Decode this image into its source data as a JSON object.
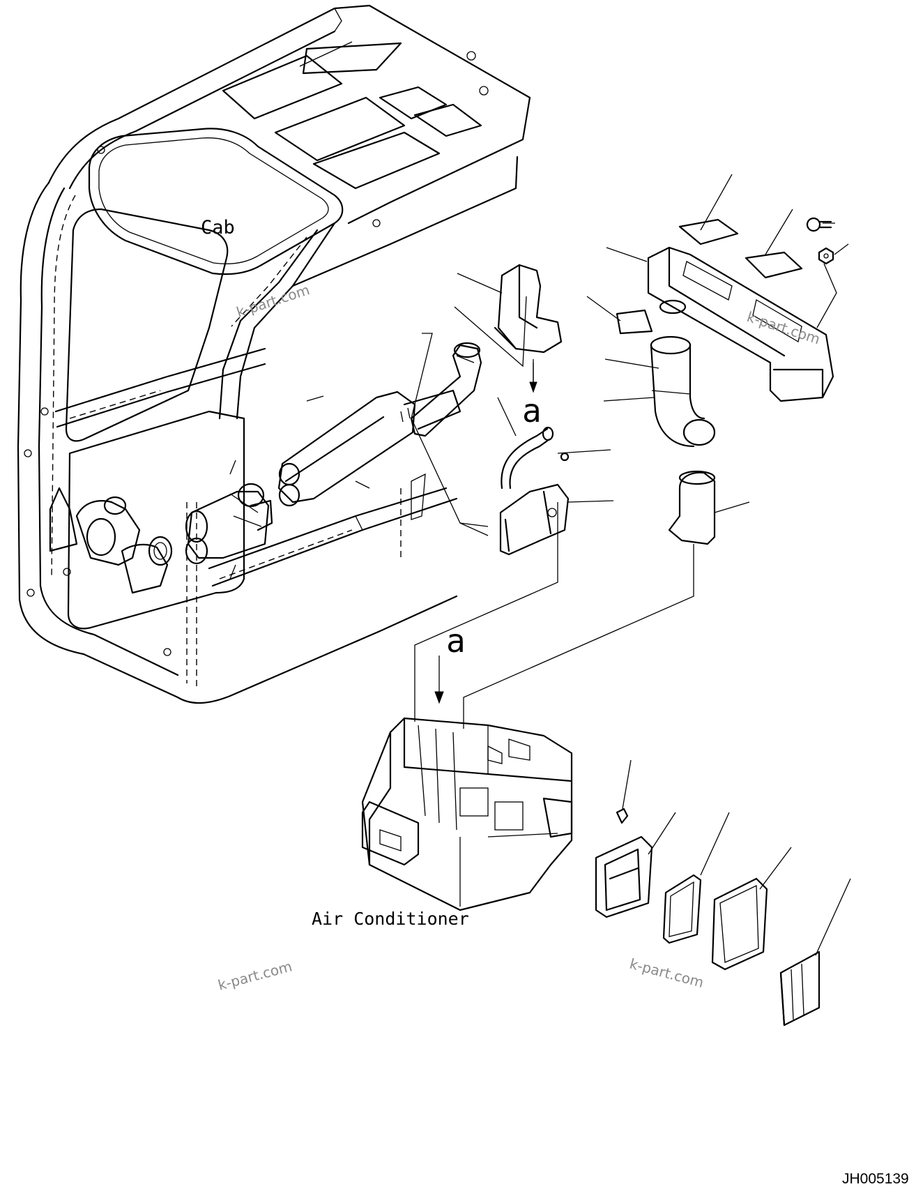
{
  "labels": {
    "cab": "Cab",
    "air_conditioner": "Air Conditioner",
    "ref_a_upper": "a",
    "ref_a_lower": "a"
  },
  "watermarks": {
    "upper": "k-part.com",
    "center_right": "k-part.com",
    "lower_left": "k-part.com",
    "lower_right": "k-part.com"
  },
  "drawing_id": "JH005139"
}
